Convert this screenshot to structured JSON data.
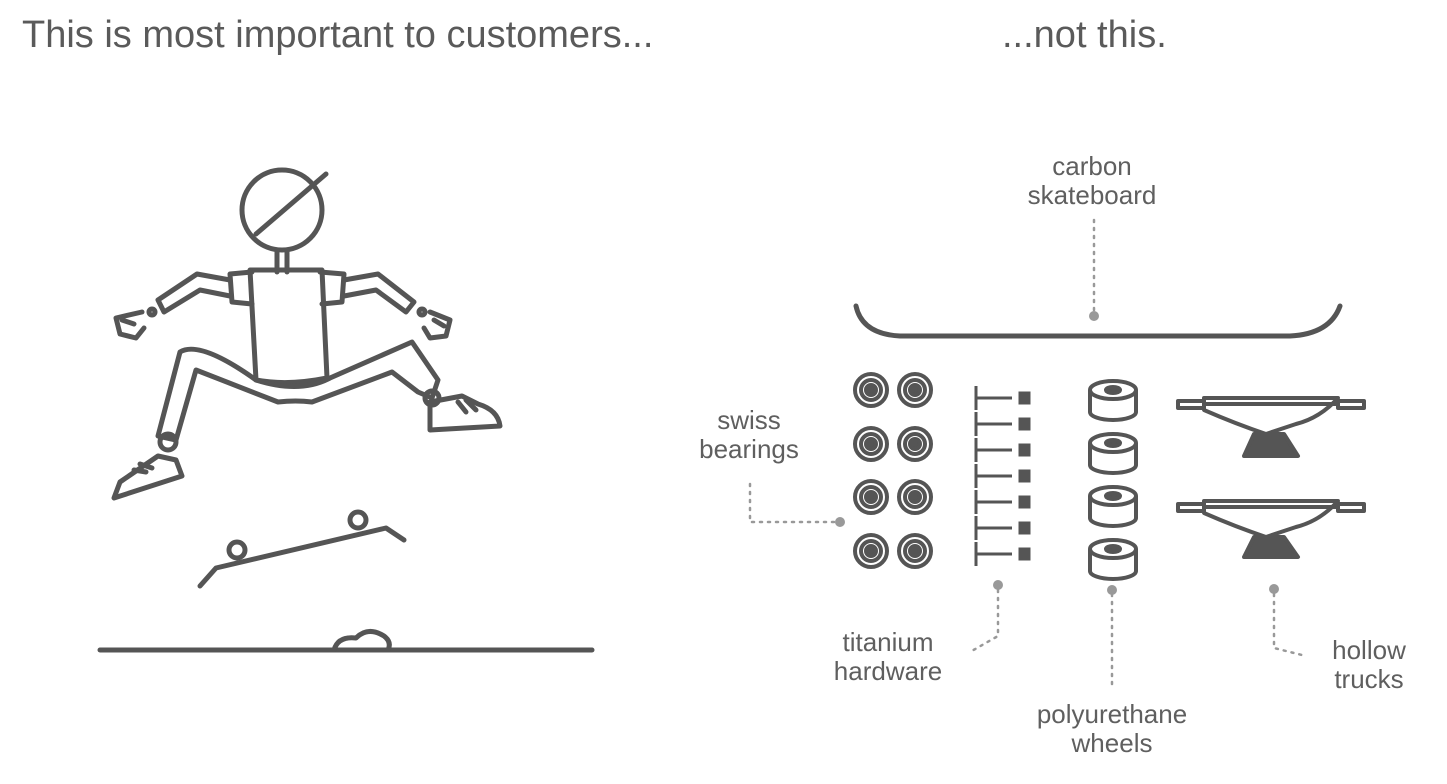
{
  "headings": {
    "left": "This is most important to customers...",
    "right": "...not this."
  },
  "labels": {
    "deck": [
      "carbon",
      "skateboard"
    ],
    "bearings": [
      "swiss",
      "bearings"
    ],
    "hardware": [
      "titanium",
      "hardware"
    ],
    "wheels": [
      "polyurethane",
      "wheels"
    ],
    "trucks": [
      "hollow",
      "trucks"
    ]
  },
  "colors": {
    "stroke": "#555555",
    "dots": "#999999",
    "text": "#5f5f5f"
  }
}
